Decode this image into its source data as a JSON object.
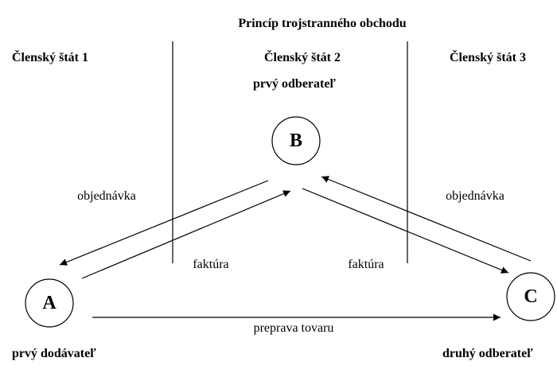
{
  "title": "Princíp trojstranného obchodu",
  "states": {
    "state1": "Členský štát 1",
    "state2": "Členský štát 2",
    "state3": "Členský štát 3"
  },
  "nodes": {
    "a": {
      "letter": "A",
      "role": "prvý dodávateľ"
    },
    "b": {
      "letter": "B",
      "role": "prvý odberateľ"
    },
    "c": {
      "letter": "C",
      "role": "druhý odberateľ"
    }
  },
  "flows": {
    "order_left": "objednávka",
    "order_right": "objednávka",
    "invoice_left": "faktúra",
    "invoice_right": "faktúra",
    "transport": "preprava tovaru"
  },
  "colors": {
    "ink": "#000000",
    "background": "#ffffff"
  }
}
